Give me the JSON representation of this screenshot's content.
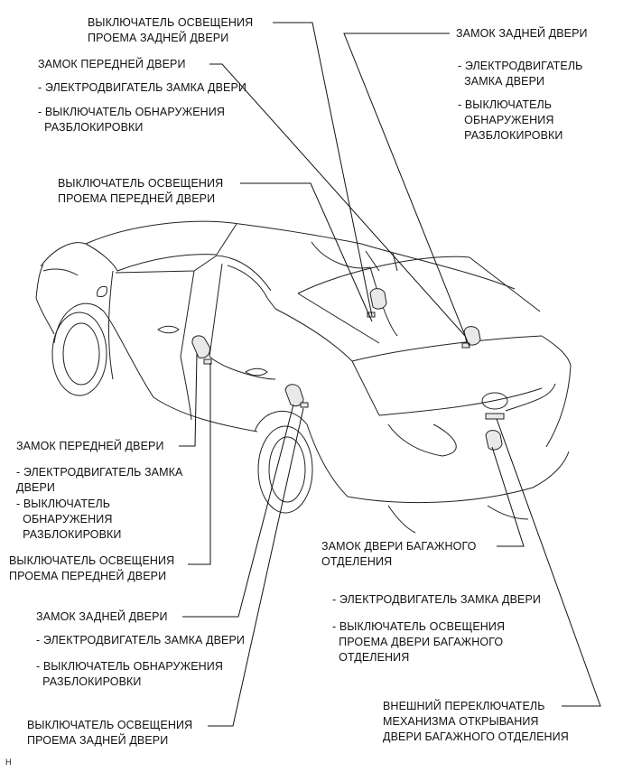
{
  "labels": {
    "rear_door_courtesy_top": "ВЫКЛЮЧАТЕЛЬ ОСВЕЩЕНИЯ\nПРОЕМА ЗАДНЕЙ ДВЕРИ",
    "front_door_lock_top": "ЗАМОК ПЕРЕДНЕЙ ДВЕРИ",
    "front_door_lock_top_motor": "- ЭЛЕКТРОДВИГАТЕЛЬ ЗАМКА ДВЕРИ",
    "front_door_lock_top_switch": "- ВЫКЛЮЧАТЕЛЬ ОБНАРУЖЕНИЯ\n  РАЗБЛОКИРОВКИ",
    "front_door_courtesy_top": "ВЫКЛЮЧАТЕЛЬ ОСВЕЩЕНИЯ\nПРОЕМА ПЕРЕДНЕЙ ДВЕРИ",
    "rear_door_lock_top": "ЗАМОК ЗАДНЕЙ ДВЕРИ",
    "rear_door_lock_top_motor": "- ЭЛЕКТРОДВИГАТЕЛЬ\n  ЗАМКА ДВЕРИ",
    "rear_door_lock_top_switch": "- ВЫКЛЮЧАТЕЛЬ\n  ОБНАРУЖЕНИЯ\n  РАЗБЛОКИРОВКИ",
    "front_door_lock_bottom": "ЗАМОК ПЕРЕДНЕЙ ДВЕРИ",
    "front_door_lock_bottom_motor": "- ЭЛЕКТРОДВИГАТЕЛЬ ЗАМКА\nДВЕРИ",
    "front_door_lock_bottom_switch": "- ВЫКЛЮЧАТЕЛЬ\n  ОБНАРУЖЕНИЯ\n  РАЗБЛОКИРОВКИ",
    "front_door_courtesy_bottom": "ВЫКЛЮЧАТЕЛЬ ОСВЕЩЕНИЯ\nПРОЕМА ПЕРЕДНЕЙ ДВЕРИ",
    "rear_door_lock_bottom": "ЗАМОК ЗАДНЕЙ ДВЕРИ",
    "rear_door_lock_bottom_motor": "- ЭЛЕКТРОДВИГАТЕЛЬ ЗАМКА ДВЕРИ",
    "rear_door_lock_bottom_switch": "- ВЫКЛЮЧАТЕЛЬ ОБНАРУЖЕНИЯ\n  РАЗБЛОКИРОВКИ",
    "rear_door_courtesy_bottom": "ВЫКЛЮЧАТЕЛЬ ОСВЕЩЕНИЯ\nПРОЕМА ЗАДНЕЙ ДВЕРИ",
    "luggage_lock": "ЗАМОК ДВЕРИ БАГАЖНОГО\nОТДЕЛЕНИЯ",
    "luggage_lock_motor": "- ЭЛЕКТРОДВИГАТЕЛЬ ЗАМКА ДВЕРИ",
    "luggage_lock_switch": "- ВЫКЛЮЧАТЕЛЬ ОСВЕЩЕНИЯ\n  ПРОЕМА ДВЕРИ БАГАЖНОГО\n  ОТДЕЛЕНИЯ",
    "luggage_opener_switch": "ВНЕШНИЙ ПЕРЕКЛЮЧАТЕЛЬ\nМЕХАНИЗМА ОТКРЫВАНИЯ\nДВЕРИ БАГАЖНОГО ОТДЕЛЕНИЯ"
  },
  "figure_ref": "H",
  "colors": {
    "line": "#111111",
    "part_fill": "#e9e9e9"
  }
}
